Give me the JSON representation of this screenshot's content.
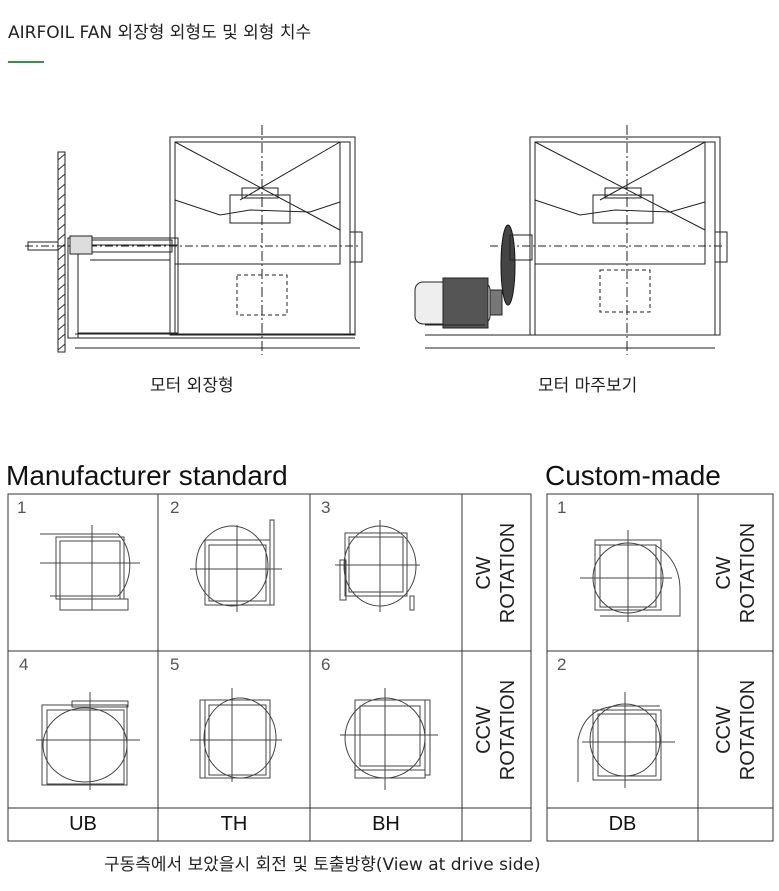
{
  "header": {
    "title": "AIRFOIL FAN 외장형 외형도 및 외형 치수"
  },
  "drawings": {
    "left_caption": "모터 외장형",
    "right_caption": "모터 마주보기"
  },
  "table": {
    "standard_title": "Manufacturer standard",
    "custom_title": "Custom-made",
    "rotations": {
      "cw": [
        "CW",
        "ROTATION"
      ],
      "ccw": [
        "CCW",
        "ROTATION"
      ]
    },
    "standard_cells": {
      "cw": [
        "1",
        "2",
        "3"
      ],
      "ccw": [
        "4",
        "5",
        "6"
      ]
    },
    "standard_codes": [
      "UB",
      "TH",
      "BH"
    ],
    "custom_cells": {
      "cw": "1",
      "ccw": "2"
    },
    "custom_codes": [
      "DB"
    ]
  },
  "footer": {
    "note": "구동측에서 보았을시 회전 및 토출방향(View at drive side)"
  }
}
